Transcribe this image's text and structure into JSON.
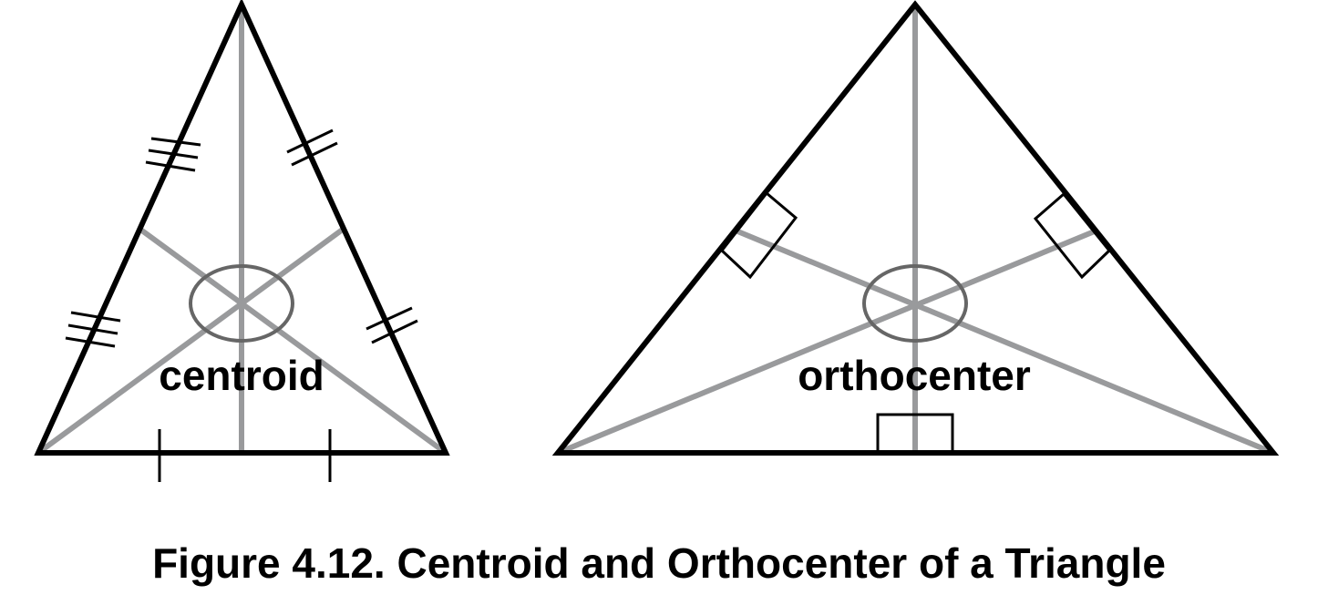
{
  "diagram": {
    "left_label": "centroid",
    "right_label": "orthocenter",
    "caption": "Figure 4.12. Centroid and Orthocenter of a Triangle"
  }
}
